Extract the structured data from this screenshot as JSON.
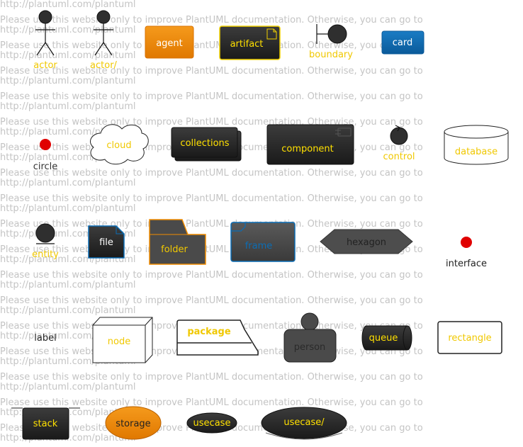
{
  "watermark": {
    "line1": "Please use this website only to improve PlantUML documentation. Otherwise, you can go to",
    "line2": "http://plantuml.com/plantuml"
  },
  "elements": {
    "actor": "actor",
    "actor_slash": "actor/",
    "agent": "agent",
    "artifact": "artifact",
    "boundary": "boundary",
    "card": "card",
    "circle": "circle",
    "cloud": "cloud",
    "collections": "collections",
    "component": "component",
    "control": "control",
    "database": "database",
    "entity": "entity",
    "file": "file",
    "folder": "folder",
    "frame": "frame",
    "hexagon": "hexagon",
    "interface": "interface",
    "label": "label",
    "node": "node",
    "package": "package",
    "person": "person",
    "queue": "queue",
    "rectangle": "rectangle",
    "stack": "stack",
    "storage": "storage",
    "usecase": "usecase",
    "usecase_slash": "usecase/"
  },
  "colors": {
    "dark_fill": "#2b2b2b",
    "orange": "#f08c00",
    "yellow_text": "#ffd700",
    "blue": "#0b6db5",
    "red": "#e00000"
  }
}
